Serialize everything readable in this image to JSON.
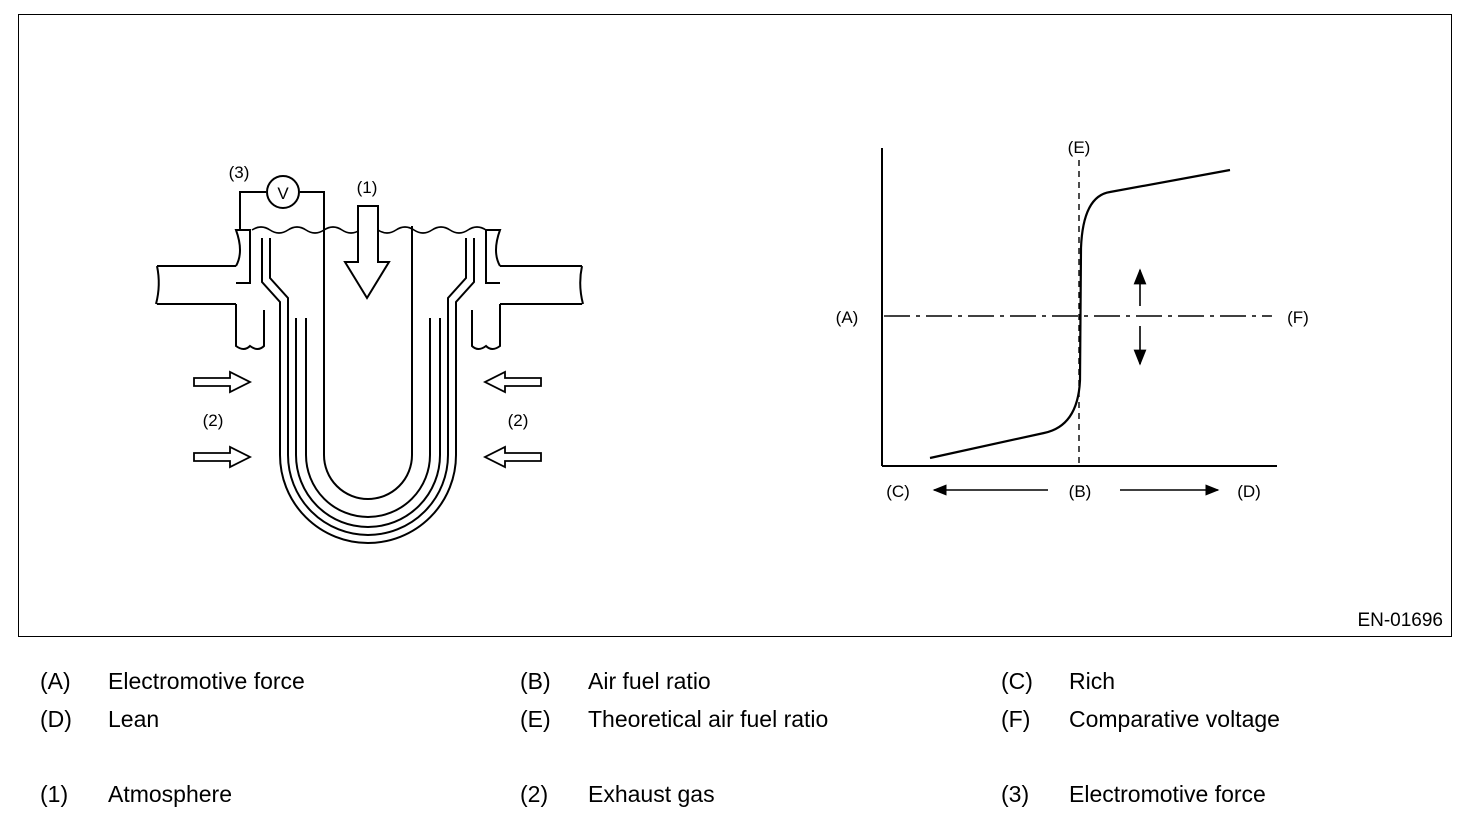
{
  "figure_id": "EN-01696",
  "sensor_diagram": {
    "label_1": "(1)",
    "label_2_left": "(2)",
    "label_2_right": "(2)",
    "label_3": "(3)",
    "voltmeter_symbol": "V"
  },
  "graph": {
    "label_a": "(A)",
    "label_b": "(B)",
    "label_c": "(C)",
    "label_d": "(D)",
    "label_e": "(E)",
    "label_f": "(F)"
  },
  "legend": [
    {
      "key": "(A)",
      "text": "Electromotive force"
    },
    {
      "key": "(B)",
      "text": "Air fuel ratio"
    },
    {
      "key": "(C)",
      "text": "Rich"
    },
    {
      "key": "(D)",
      "text": "Lean"
    },
    {
      "key": "(E)",
      "text": "Theoretical air fuel ratio"
    },
    {
      "key": "(F)",
      "text": "Comparative voltage"
    },
    {
      "key": "(1)",
      "text": "Atmosphere"
    },
    {
      "key": "(2)",
      "text": "Exhaust gas"
    },
    {
      "key": "(3)",
      "text": "Electromotive force"
    }
  ]
}
